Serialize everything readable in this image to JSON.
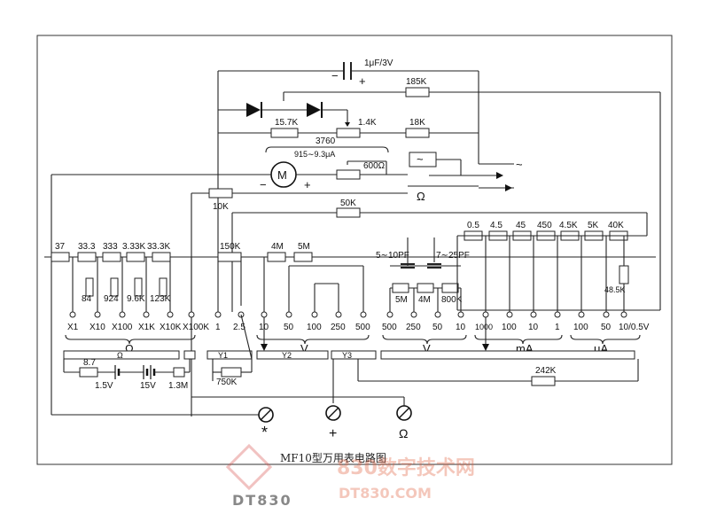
{
  "diagram": {
    "capacitor_top": "1μF/3V",
    "cap_minus": "−",
    "cap_plus": "+",
    "r_185k": "185K",
    "r_15_7k": "15.7K",
    "r_1_4k": "1.4K",
    "r_18k": "18K",
    "meter_spec": "3760",
    "meter_range": "915∼9.3μA",
    "meter_label": "M",
    "meter_minus": "−",
    "meter_plus": "+",
    "r_600": "600Ω",
    "r_10k": "10K",
    "r_50k": "50K",
    "ohm_symbol": "Ω",
    "ac_symbol": "~",
    "ohm_resistors": [
      "37",
      "33.3",
      "333",
      "3.33K",
      "33.3K"
    ],
    "ohm_shunts": [
      "84",
      "924",
      "9.6K",
      "123K"
    ],
    "ohm_terms": [
      "X1",
      "X10",
      "X100",
      "X1K",
      "X10K",
      "X100K"
    ],
    "r_150k": "150K",
    "r_4m": "4M",
    "r_5m": "5M",
    "dcv_terms": [
      "1",
      "2.5",
      "10",
      "50",
      "100",
      "250",
      "500"
    ],
    "cap_5_10": "5∼10PF",
    "cap_7_25": "7∼25PF",
    "acv_resistors": [
      "5M",
      "4M",
      "800K"
    ],
    "acv_terms": [
      "500",
      "250",
      "50",
      "10"
    ],
    "ma_resistors": [
      "0.5",
      "4.5",
      "45",
      "450",
      "4.5K",
      "5K",
      "40K"
    ],
    "r_48_5k": "48.5K",
    "ma_terms": [
      "1000",
      "100",
      "10",
      "1"
    ],
    "ua_terms": [
      "100",
      "50",
      "10/0.5V"
    ],
    "group_ohm": "Ω",
    "group_v": "V",
    "group_acv": "V",
    "group_ma": "mA",
    "group_ua": "μA",
    "slider_omega": "Ω",
    "y1": "Y1",
    "y2": "Y2",
    "y3": "Y3",
    "r_8_7": "8.7",
    "batt_1_5v": "1.5V",
    "batt_15v": "15V",
    "r_1_3m": "1.3M",
    "r_750k": "750K",
    "r_242k": "242K",
    "jack_common": "*",
    "jack_plus": "+",
    "jack_ohm": "Ω",
    "caption": "MF10型万用表电路图",
    "watermark_logo": "DT830",
    "watermark_cn": "830数字技术网",
    "watermark_url": "DT830.COM"
  }
}
